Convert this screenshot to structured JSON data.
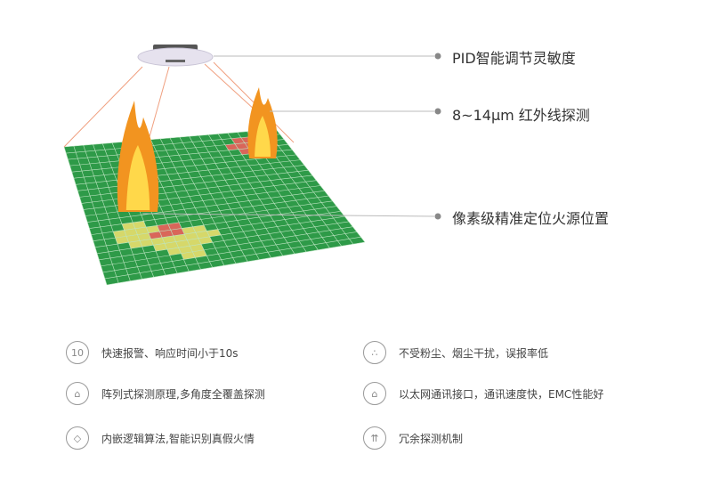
{
  "callouts": [
    {
      "text": "PID智能调节灵敏度"
    },
    {
      "text": "8~14μm 红外线探测"
    },
    {
      "text": "像素级精准定位火源位置"
    }
  ],
  "features": [
    {
      "icon": "stopwatch-10-icon",
      "glyph": "10",
      "text": "快速报警、响应时间小于10s"
    },
    {
      "icon": "dust-icon",
      "glyph": "∴",
      "text": "不受粉尘、烟尘干扰，误报率低"
    },
    {
      "icon": "array-detection-icon",
      "glyph": "⌂",
      "text": "阵列式探测原理,多角度全覆盖探测"
    },
    {
      "icon": "ethernet-icon",
      "glyph": "⌂",
      "text": "以太网通讯接口，通讯速度快，EMC性能好"
    },
    {
      "icon": "algorithm-icon",
      "glyph": "◇",
      "text": "内嵌逻辑算法,智能识别真假火情"
    },
    {
      "icon": "redundancy-icon",
      "glyph": "⇈",
      "text": "冗余探测机制"
    }
  ],
  "colors": {
    "grid": "#2e9a48",
    "hot": "#d9665a",
    "warm": "#d6d86a",
    "line": "#f0a080"
  }
}
